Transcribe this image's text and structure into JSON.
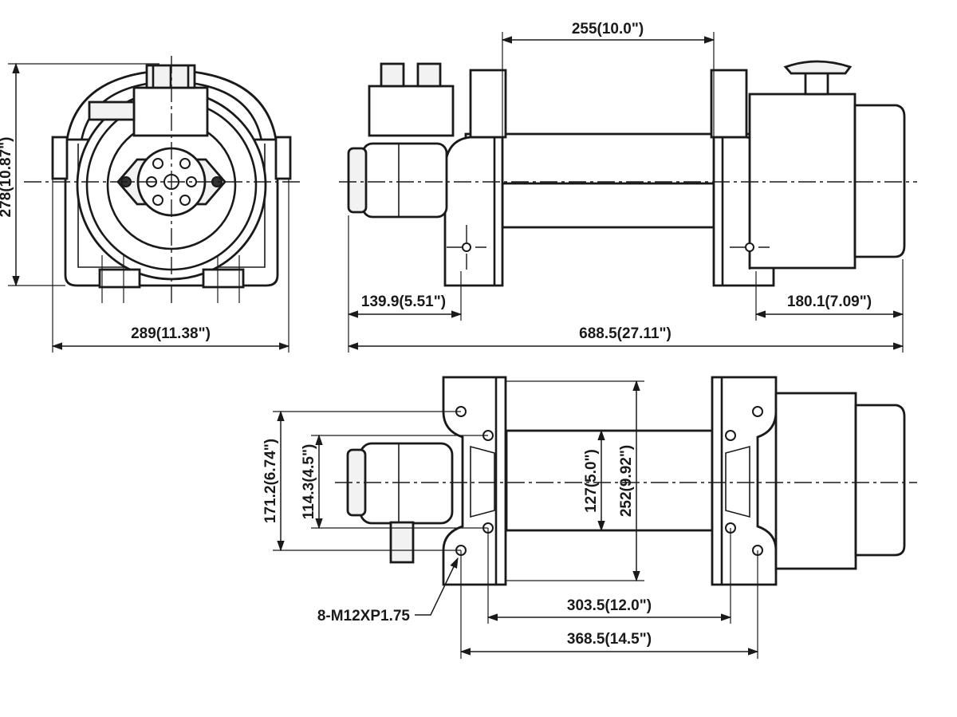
{
  "dimensions": {
    "front_view": {
      "height": "278(10.87\")",
      "width": "289(11.38\")"
    },
    "side_view": {
      "drum_length": "255(10.0\")",
      "motor_offset": "139.9(5.51\")",
      "gearbox_offset": "180.1(7.09\")",
      "overall_length": "688.5(27.11\")"
    },
    "top_view": {
      "outer_mount_spacing": "171.2(6.74\")",
      "inner_mount_spacing": "114.3(4.5\")",
      "drum_diameter": "127(5.0\")",
      "flange_diameter": "252(9.92\")",
      "bolt_spacing_short": "303.5(12.0\")",
      "bolt_spacing_long": "368.5(14.5\")",
      "bolt_spec": "8-M12XP1.75"
    }
  },
  "colors": {
    "line": "#1a1a1a",
    "background": "#ffffff"
  }
}
